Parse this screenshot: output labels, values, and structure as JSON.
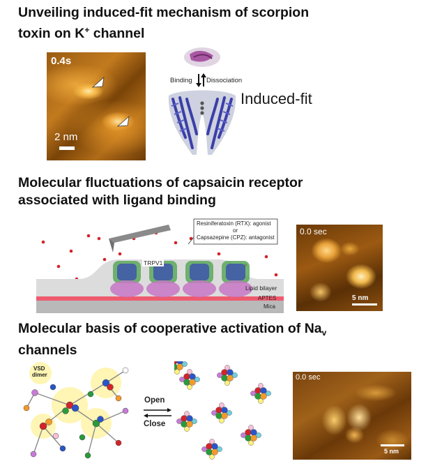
{
  "sections": [
    {
      "title_main": "Unveiling induced-fit mechanism of scorpion",
      "title_line2_prefix": "toxin on K",
      "title_line2_sup": "+",
      "title_line2_suffix": " channel",
      "afm": {
        "timestamp": "0.4s",
        "scale": "2 nm"
      },
      "diagram": {
        "binding": "Binding",
        "dissociation": "Dissociation",
        "induced": "Induced-fit"
      }
    },
    {
      "title_line1": "Molecular fluctuations of capsaicin receptor",
      "title_line2": "associated with ligand binding",
      "diagram": {
        "legend_line1": "Resiniferatoxin (RTX): agonist",
        "legend_line2": "or",
        "legend_line3": "Capsazepine (CPZ): antagonist",
        "protein": "TRPV1",
        "lipid": "Lipid bilayer",
        "aptes": "APTES",
        "mica": "Mica"
      },
      "afm": {
        "timestamp": "0.0 sec",
        "scale": "5 nm"
      }
    },
    {
      "title_line1_prefix": "Molecular basis of cooperative activation of Na",
      "title_line1_sub": "v",
      "title_line2": "channels",
      "diagram": {
        "vsd": "VSD",
        "dimer": "dimer",
        "open": "Open",
        "close": "Close"
      },
      "afm": {
        "timestamp": "0.0 sec",
        "scale": "5 nm"
      }
    }
  ]
}
